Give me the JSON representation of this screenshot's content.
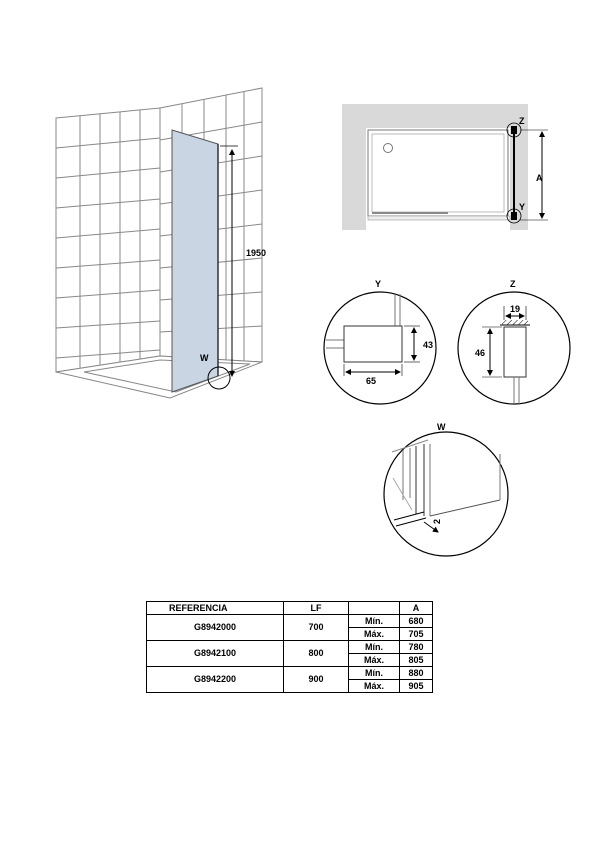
{
  "labels": {
    "height_dim": "1950",
    "w_marker": "W",
    "z_marker": "Z",
    "y_marker": "Y",
    "a_marker": "A",
    "detail_y_title": "Y",
    "detail_z_title": "Z",
    "detail_w_title": "W",
    "dim_43": "43",
    "dim_65": "65",
    "dim_19": "19",
    "dim_46": "46",
    "dim_2": "2"
  },
  "table": {
    "headers": {
      "ref": "REFERENCIA",
      "lf": "LF",
      "blank": "",
      "a": "A"
    },
    "rows": [
      {
        "ref": "G8942000",
        "lf": "700",
        "min_label": "Mín.",
        "min": "680",
        "max_label": "Máx.",
        "max": "705"
      },
      {
        "ref": "G8942100",
        "lf": "800",
        "min_label": "Mín.",
        "min": "780",
        "max_label": "Máx.",
        "max": "805"
      },
      {
        "ref": "G8942200",
        "lf": "900",
        "min_label": "Mín.",
        "min": "880",
        "max_label": "Máx.",
        "max": "905"
      }
    ]
  },
  "colors": {
    "glass": "#c9d5e3",
    "tile": "#888888",
    "wall": "#d9d9d9"
  }
}
